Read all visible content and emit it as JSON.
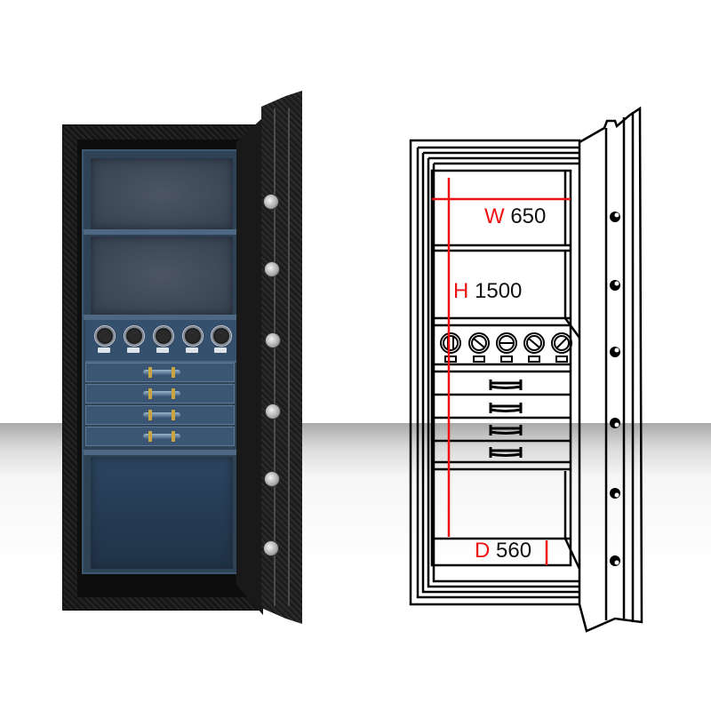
{
  "scene": {
    "description": "Product image of a black steel safe with blue interior, watch winders and drawers, alongside a line drawing with interior dimensions",
    "photo": {
      "shelves": 2,
      "watch_winders": 5,
      "drawers": 4,
      "door_bolts": 6,
      "interior_color": "#2f4357",
      "body_color": "#1b1b1b"
    },
    "drawing": {
      "watch_winders": 5,
      "drawers": 4,
      "door_bolts": 6
    }
  },
  "dimensions": {
    "width": {
      "letter": "W",
      "value": "650"
    },
    "height": {
      "letter": "H",
      "value": "1500"
    },
    "depth": {
      "letter": "D",
      "value": "560"
    },
    "accent_color": "#ee1111"
  }
}
